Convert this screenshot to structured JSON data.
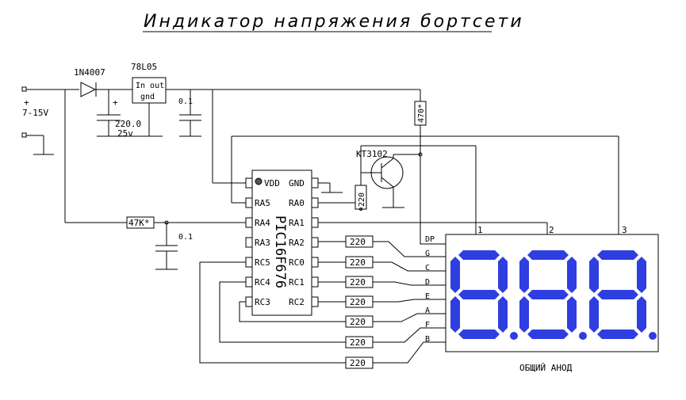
{
  "title": "Индикатор напряжения бортсети",
  "components": {
    "diode": "1N4007",
    "regulator": "78L05",
    "regulator_pins": {
      "in_out": "In out",
      "gnd": "gnd"
    },
    "cap1_value": "220.0",
    "cap1_voltage": "25v",
    "cap1_polarity": "+",
    "cap2_value": "0.1",
    "cap3_value": "0.1",
    "resistor_top": "470*",
    "resistor_input": "47K*",
    "resistor_base": "220",
    "transistor": "KT3102",
    "segment_resistor": "220",
    "mcu": "PIC16F676"
  },
  "power": {
    "plus": "+",
    "voltage": "7-15V"
  },
  "mcu_pins_left": [
    "VDD",
    "RA5",
    "RA4",
    "RA3",
    "RC5",
    "RC4",
    "RC3"
  ],
  "mcu_pins_right": [
    "GND",
    "RA0",
    "RA1",
    "RA2",
    "RC0",
    "RC1",
    "RC2"
  ],
  "segment_labels": [
    "DP",
    "G",
    "C",
    "D",
    "E",
    "A",
    "F",
    "B"
  ],
  "digit_numbers": [
    "1",
    "2",
    "3"
  ],
  "display_caption": "ОБЩИЙ АНОД",
  "colors": {
    "segment": "#2f3ee0",
    "wire": "#000000"
  }
}
